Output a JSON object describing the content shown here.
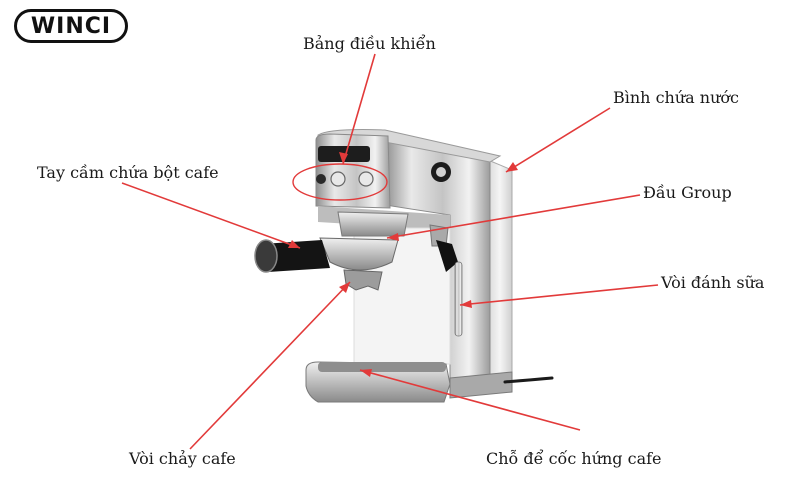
{
  "brand": {
    "logo_text": "WINCI"
  },
  "colors": {
    "callout": "#e23a3a",
    "steel_light": "#e6e6e6",
    "steel_mid": "#b5b5b5",
    "steel_dark": "#6f6f6f",
    "black": "#161616"
  },
  "labels": {
    "control_panel": "Bảng điều khiển",
    "water_tank": "Bình chứa nước",
    "portafilter": "Tay cầm chứa bột cafe",
    "group_head": "Đầu Group",
    "steam_wand": "Vòi đánh sữa",
    "coffee_spout": "Vòi chảy cafe",
    "cup_tray": "Chỗ để cốc hứng cafe"
  }
}
